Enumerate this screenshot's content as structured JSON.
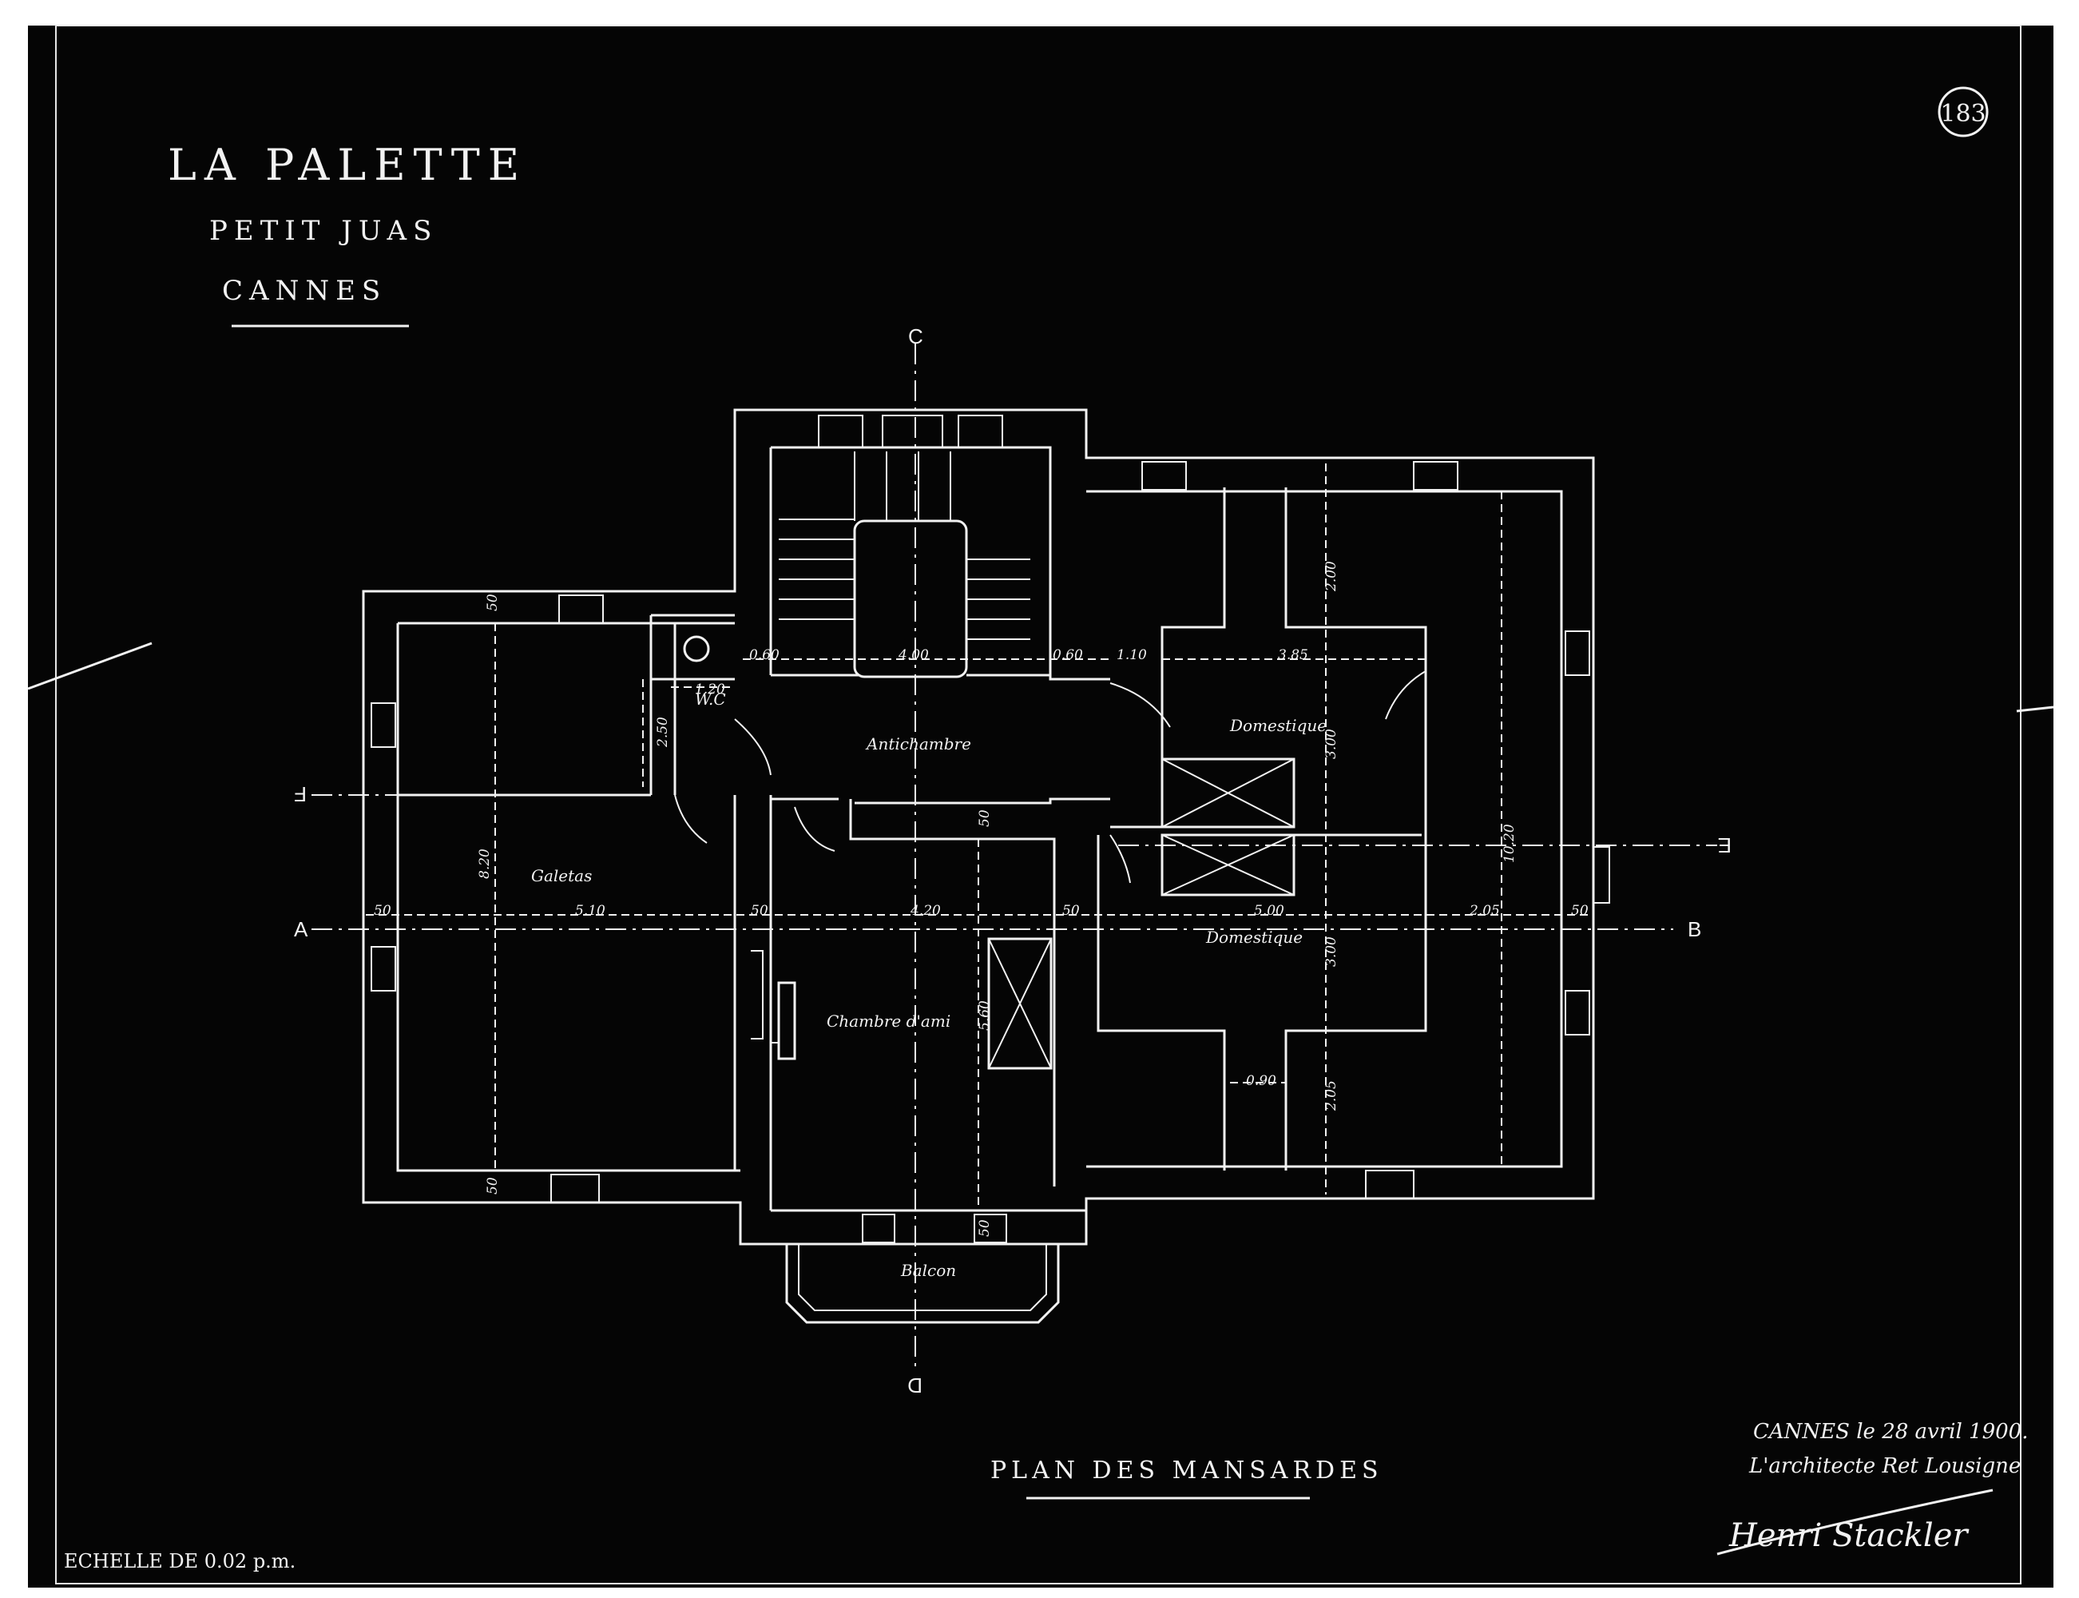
{
  "header": {
    "title": "LA PALETTE",
    "subtitle": "PETIT JUAS",
    "city": "CANNES"
  },
  "sheet_number": "183",
  "plan_title": "PLAN DES MANSARDES",
  "scale": "ECHELLE DE 0.02 p.m.",
  "date_line": "CANNES le 28 avril 1900.",
  "architect_line": "L'architecte Ret Lousigne",
  "signature": "Henri Stackler",
  "sections": {
    "A": "A",
    "B": "B",
    "C_top": "C",
    "D_bottom": "D",
    "E_right": "E",
    "F_left": "F"
  },
  "rooms": {
    "galetas": "Galetas",
    "antichambre": "Antichambre",
    "wc": "W.C",
    "chambre": "Chambre d'ami",
    "domestique_1": "Domestique",
    "domestique_2": "Domestique",
    "balcon": "Balcon"
  },
  "dims": {
    "d_050a": "50",
    "d_510": "5.10",
    "d_050b": "50",
    "d_420": "4.20",
    "d_050c": "50",
    "d_500": "5.00",
    "d_205": "2.05",
    "d_050d": "50",
    "d_820": "8.20",
    "d_120": "1.20",
    "d_250": "2.50",
    "d_060": "0.60",
    "d_400": "4.00",
    "d_060b": "0.60",
    "d_110": "1.10",
    "d_385": "3.85",
    "d_1020": "10.20",
    "d_200": "2.00",
    "d_300a": "3.00",
    "d_300b": "3.00",
    "d_205b": "2.05",
    "d_090": "0.90",
    "d_050e": "50",
    "d_560": "5.60",
    "d_050f": "50",
    "d_050g": "50",
    "d_050h": "50"
  },
  "colors": {
    "paper": "#050505",
    "ink": "#f2f2f2",
    "margin": "#ffffff"
  }
}
